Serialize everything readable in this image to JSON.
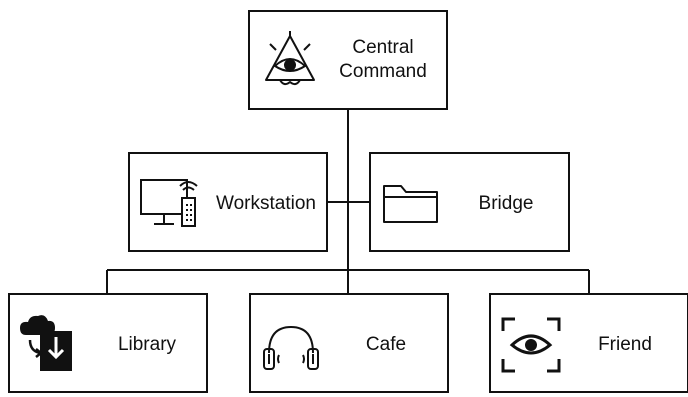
{
  "nodes": {
    "central_command": {
      "label_line1": "Central",
      "label_line2": "Command",
      "icon": "all-seeing-eye-icon"
    },
    "workstation": {
      "label": "Workstation",
      "icon": "monitor-remote-icon"
    },
    "bridge": {
      "label": "Bridge",
      "icon": "folder-icon"
    },
    "library": {
      "label": "Library",
      "icon": "cloud-download-book-icon"
    },
    "cafe": {
      "label": "Cafe",
      "icon": "headphones-icon"
    },
    "friend": {
      "label": "Friend",
      "icon": "eye-scan-icon"
    }
  },
  "edges": [
    [
      "central_command",
      "workstation"
    ],
    [
      "central_command",
      "bridge"
    ],
    [
      "central_command",
      "library"
    ],
    [
      "central_command",
      "cafe"
    ],
    [
      "central_command",
      "friend"
    ]
  ],
  "colors": {
    "stroke": "#111111",
    "hatch": "#d8d8d8",
    "background": "#ffffff"
  }
}
